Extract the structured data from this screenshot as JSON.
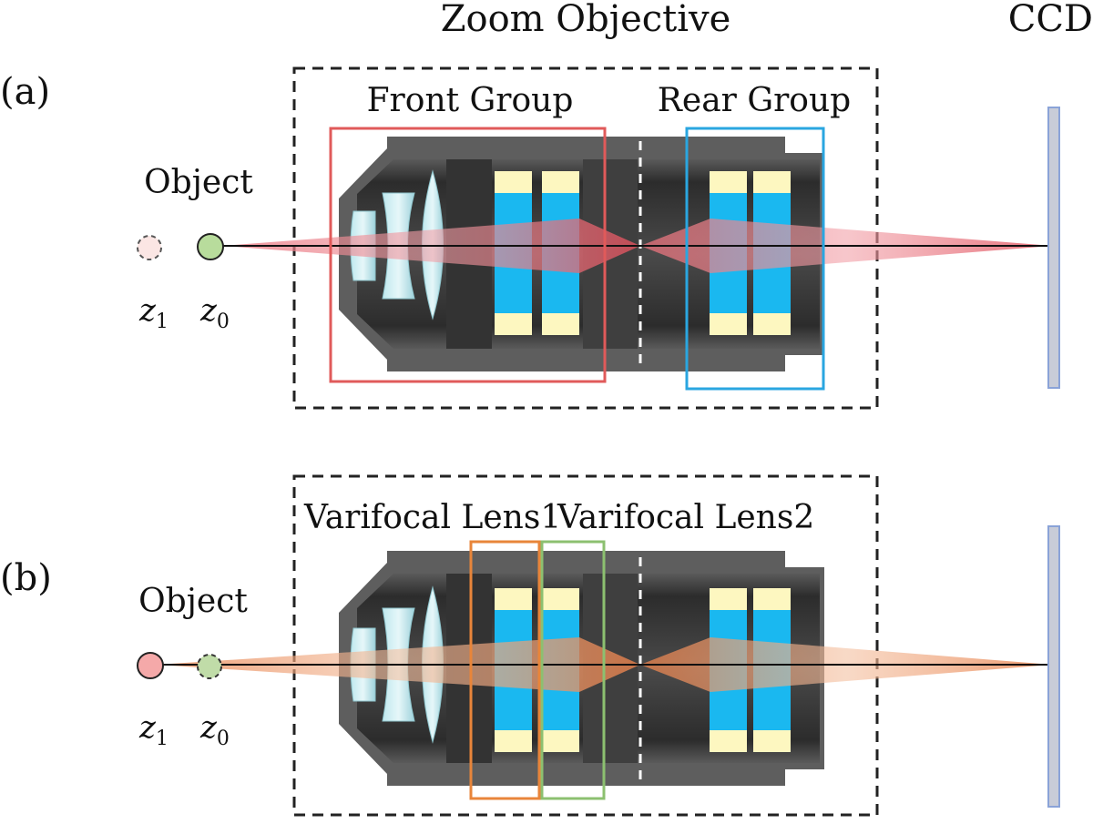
{
  "title": "Zoom Objective",
  "ccd_label": "CCD",
  "panel_a": {
    "tag": "(a)",
    "object_label": "Object",
    "front_group_label": "Front Group",
    "rear_group_label": "Rear Group",
    "z1": "z",
    "z1_sub": "1",
    "z0": "z",
    "z0_sub": "0"
  },
  "panel_b": {
    "tag": "(b)",
    "object_label": "Object",
    "varifocal1_label": "Varifocal Lens1",
    "varifocal2_label": "Varifocal Lens2",
    "z1": "z",
    "z1_sub": "1",
    "z0": "z",
    "z0_sub": "0"
  },
  "colors": {
    "front_group": "#e05a5a",
    "rear_group": "#2aa6e0",
    "varifocal1": "#e8853a",
    "varifocal2": "#8cc070",
    "beam_a": "#e8707a",
    "beam_b": "#e8904a",
    "lens_blue": "#1ab8f0",
    "lens_yellow": "#fdf7c0",
    "barrel": "#3a3a3a",
    "ccd": "#c8ccd8"
  }
}
